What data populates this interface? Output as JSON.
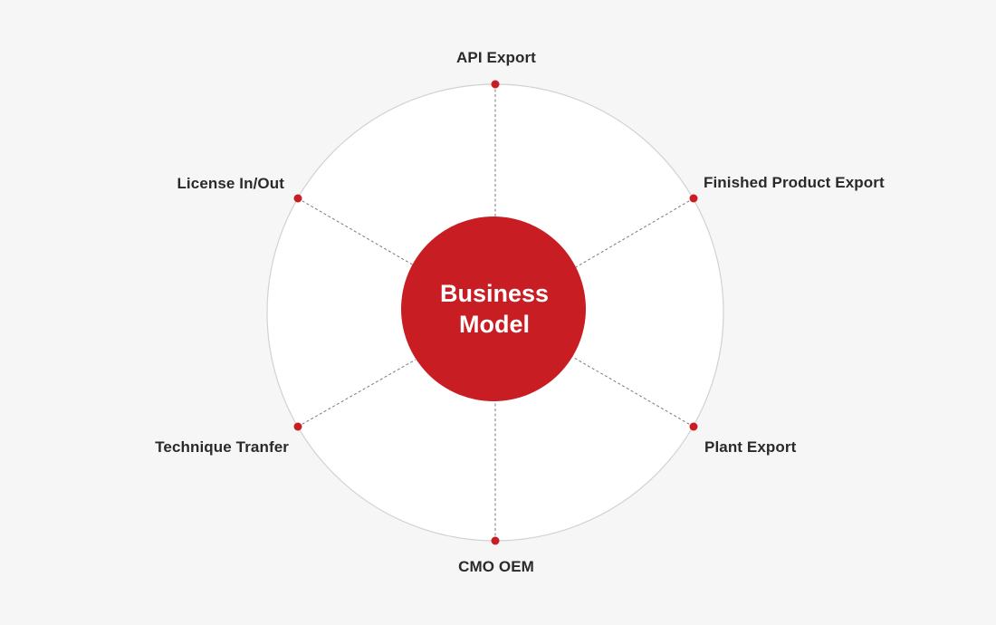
{
  "center": {
    "line1": "Business",
    "line2": "Model"
  },
  "nodes": [
    {
      "label": "API Export"
    },
    {
      "label": "Finished Product Export"
    },
    {
      "label": "Plant Export"
    },
    {
      "label": "CMO OEM"
    },
    {
      "label": "Technique Tranfer"
    },
    {
      "label": "License In/Out"
    }
  ],
  "colors": {
    "background": "#f6f6f6",
    "ring_fill": "#ffffff",
    "ring_stroke": "#d2d2d2",
    "accent": "#c81d23",
    "connector": "#7a7a7a",
    "text": "#2a2a2a"
  }
}
